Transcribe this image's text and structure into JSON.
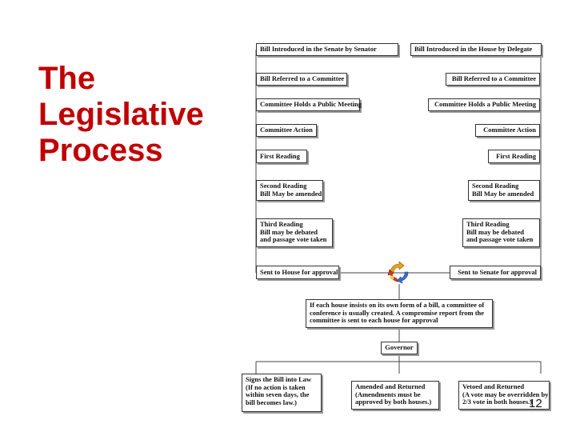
{
  "title": {
    "lines": [
      "The",
      "Legislative",
      "Process"
    ]
  },
  "senate_steps": [
    "Bill Introduced in the Senate by Senator",
    "Bill Referred to a Committee",
    "Committee Holds a Public Meeting",
    "Committee Action",
    "First Reading",
    [
      "Second Reading",
      "Bill May be amended"
    ],
    [
      "Third Reading",
      "Bill may be debated",
      "and passage vote taken"
    ],
    "Sent to House for approval"
  ],
  "house_steps": [
    "Bill Introduced in the House by Delegate",
    "Bill Referred to a Committee",
    "Committee Holds a Public Meeting",
    "Committee Action",
    "First Reading",
    [
      "Second Reading",
      "Bill May be amended"
    ],
    [
      "Third Reading",
      "Bill may be debated",
      "and passage vote taken"
    ],
    "Sent to Senate for approval"
  ],
  "conference_note": [
    "If each house insists on its own form of a bill, a committee of",
    "conference is usually created.  A compromise report from the",
    "committee is sent to each house for approval"
  ],
  "governor": "Governor",
  "outcomes": [
    [
      "Signs the Bill into Law",
      "(If no action is taken",
      "within seven days, the",
      "bill becomes law.)"
    ],
    [
      "Amended and Returned",
      "(Amendments must be",
      "approved by both houses.)"
    ],
    [
      "Vetoed and Returned",
      "(A vote may be overridden by",
      "2/3 vote in both houses.)"
    ]
  ],
  "icons": {
    "center": "recycle-arrows-icon"
  },
  "colors": {
    "title": "#c00000"
  },
  "page_number": "12"
}
